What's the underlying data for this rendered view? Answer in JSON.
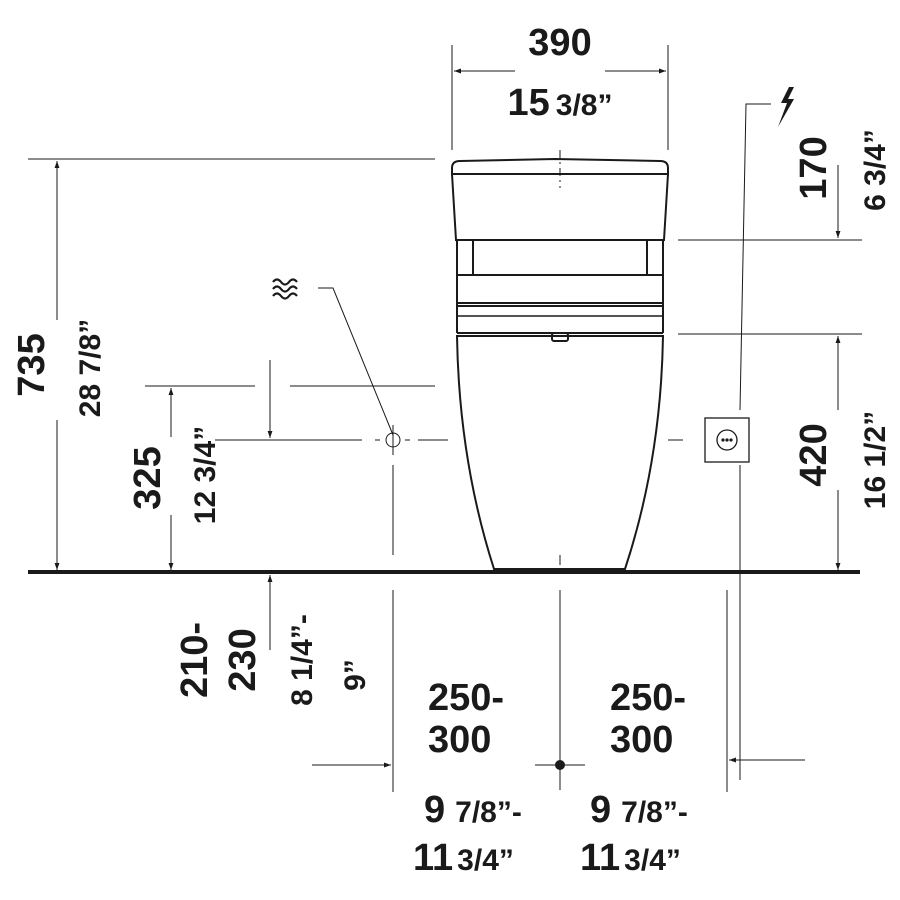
{
  "drawing": {
    "title": "Toilet front elevation installation dimensions",
    "colors": {
      "line": "#1a1a1a",
      "background": "#ffffff"
    },
    "icons": {
      "water_supply": "water-waves-icon",
      "electrical": "lightning-bolt-icon",
      "socket": "power-socket-icon"
    },
    "dimensions": {
      "width": {
        "mm": "390",
        "in_whole": "15",
        "in_frac": "3/8”"
      },
      "height_total": {
        "mm": "735",
        "in": "28 7/8”"
      },
      "socket_from_top": {
        "mm": "170",
        "in": "6 3/4”"
      },
      "socket_height": {
        "mm": "420",
        "in": "16 1/2”"
      },
      "water_height": {
        "mm": "325",
        "in": "12 3/4”"
      },
      "floor_offset": {
        "mm_line1": "210-",
        "mm_line2": "230",
        "in_line1": "8 1/4”-",
        "in_line2": "9”"
      },
      "left_offset": {
        "mm_line1": "250-",
        "mm_line2": "300",
        "in_line1_whole": "9",
        "in_line1_rest": "7/8”-",
        "in_line2_whole": "11",
        "in_line2_rest": "3/4”"
      },
      "right_offset": {
        "mm_line1": "250-",
        "mm_line2": "300",
        "in_line1_whole": "9",
        "in_line1_rest": "7/8”-",
        "in_line2_whole": "11",
        "in_line2_rest": "3/4”"
      }
    }
  }
}
